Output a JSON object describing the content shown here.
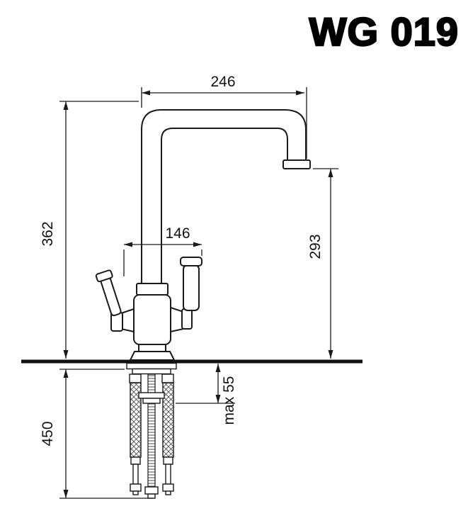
{
  "title": "WG 019",
  "dimensions": {
    "spout_reach": "246",
    "overall_height": "362",
    "handle_span": "146",
    "spout_height": "293",
    "max_mounting_thickness": "max 55",
    "hose_length": "450"
  }
}
